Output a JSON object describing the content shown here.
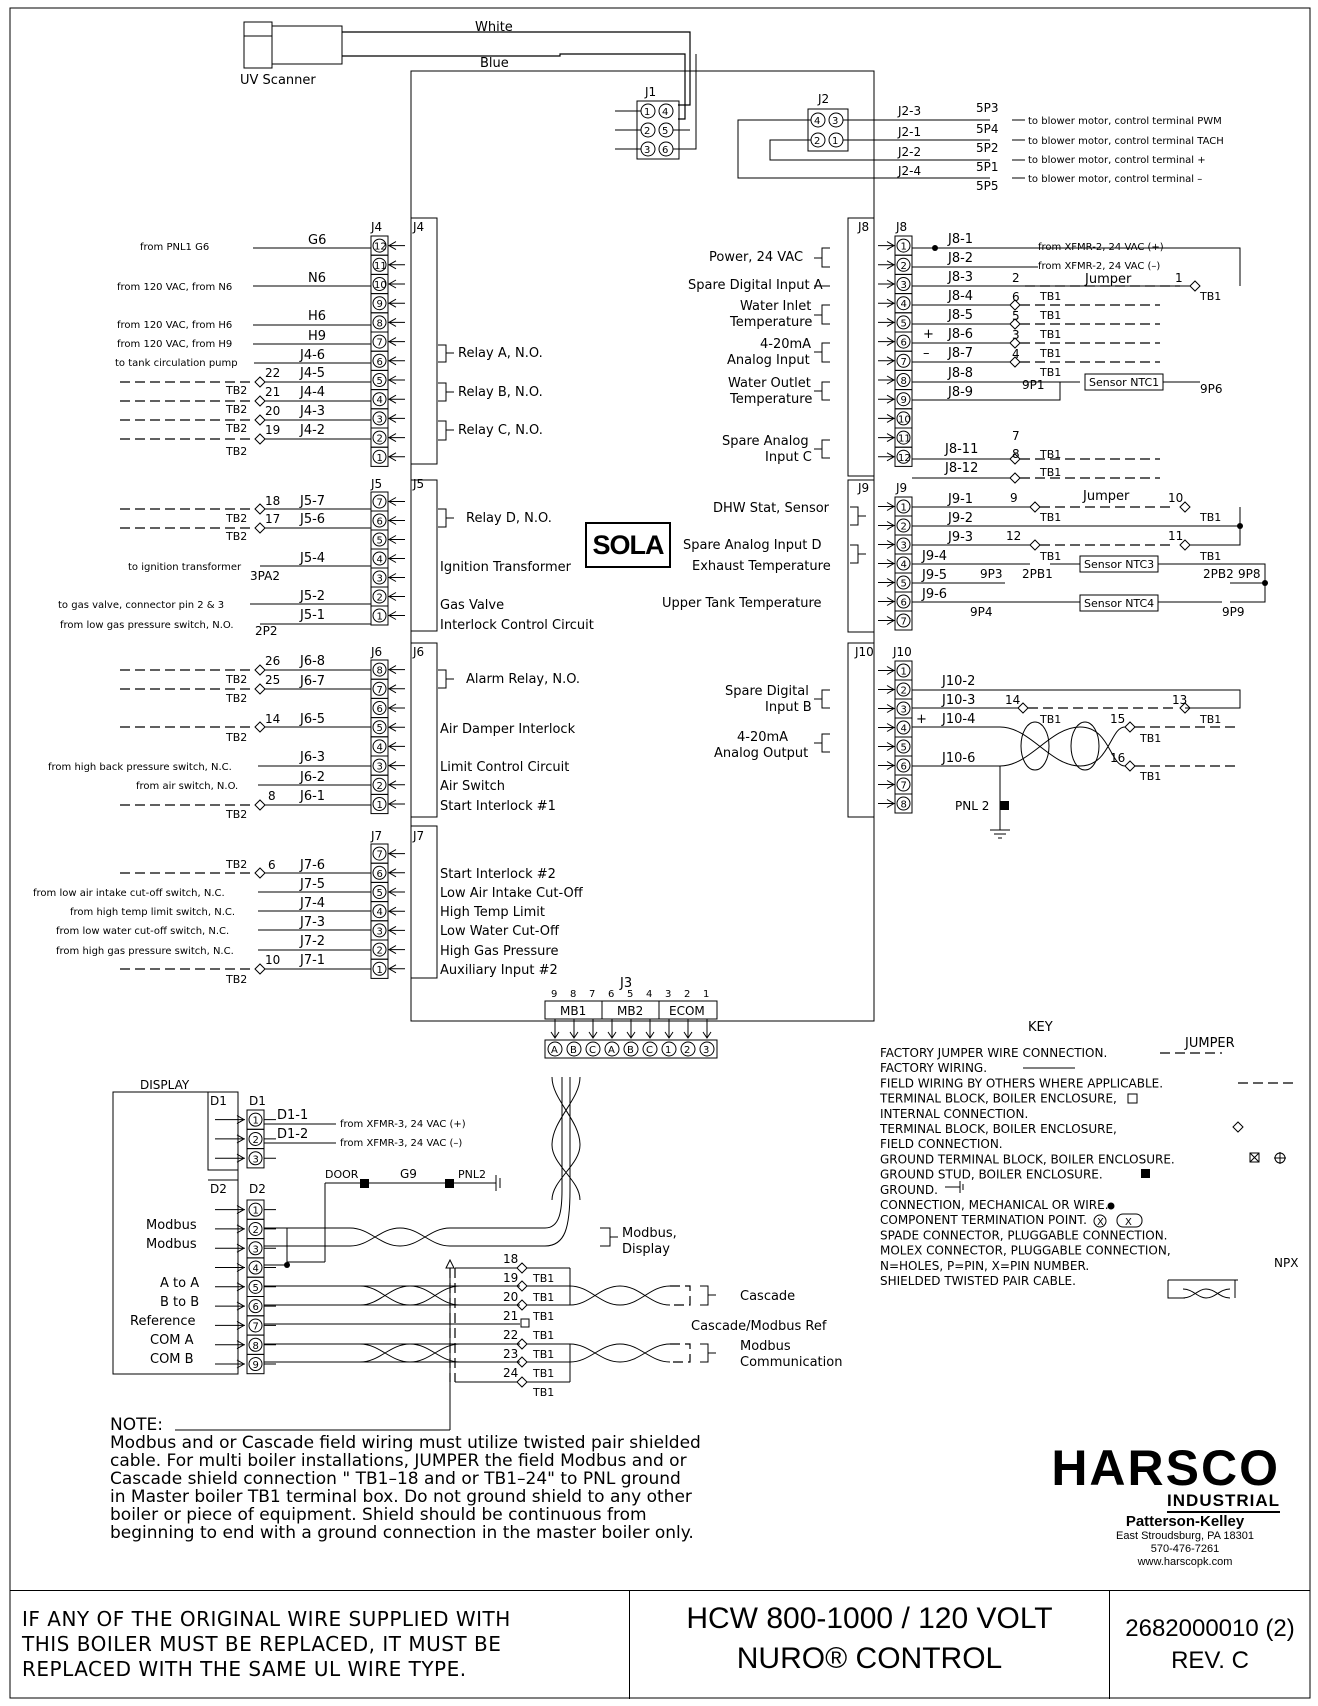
{
  "diagram": {
    "top": {
      "white_wire": "White",
      "blue_wire": "Blue",
      "uv_scanner": "UV Scanner",
      "j1": "J1",
      "j2": "J2",
      "j2_wires": [
        "J2-3",
        "J2-1",
        "J2-2",
        "J2-4"
      ],
      "j2_plugs": [
        "5P3",
        "5P4",
        "5P2",
        "5P1",
        "5P5"
      ],
      "j2_targets": [
        "to blower motor, control terminal PWM",
        "to blower motor, control terminal TACH",
        "to blower motor, control terminal  +",
        "to blower motor, control terminal  –"
      ]
    },
    "j4": {
      "label": "J4",
      "left": [
        "from PNL1 G6",
        "from 120 VAC, from N6",
        "from 120 VAC, from H6",
        "from 120 VAC, from H9",
        "to tank circulation pump"
      ],
      "wires": [
        "G6",
        "N6",
        "H6",
        "H9",
        "J4-6",
        "J4-5",
        "J4-4",
        "J4-3",
        "J4-2"
      ],
      "nums": [
        "22",
        "21",
        "20",
        "19"
      ],
      "relays": [
        "Relay A, N.O.",
        "Relay B, N.O.",
        "Relay C, N.O."
      ]
    },
    "j5": {
      "label": "J5",
      "wires": [
        "J5-7",
        "J5-6",
        "J5-4",
        "J5-2",
        "J5-1"
      ],
      "nums": [
        "18",
        "17"
      ],
      "left": [
        "to ignition transformer",
        "to gas valve, connector pin 2 & 3",
        "from low gas pressure switch, N.O."
      ],
      "plugs": [
        "3PA2",
        "2P2"
      ],
      "funcs": [
        "Relay D, N.O.",
        "Ignition Transformer",
        "Gas Valve",
        "Interlock Control Circuit"
      ]
    },
    "j6": {
      "label": "J6",
      "wires": [
        "J6-8",
        "J6-7",
        "J6-5",
        "J6-3",
        "J6-2",
        "J6-1"
      ],
      "nums": [
        "26",
        "25",
        "14",
        "8"
      ],
      "left": [
        "from high back pressure switch, N.C.",
        "from air switch, N.O."
      ],
      "funcs": [
        "Alarm Relay, N.O.",
        "Air Damper Interlock",
        "Limit Control Circuit",
        "Air Switch",
        "Start Interlock #1"
      ]
    },
    "j7": {
      "label": "J7",
      "wires": [
        "J7-6",
        "J7-5",
        "J7-4",
        "J7-3",
        "J7-2",
        "J7-1"
      ],
      "nums": [
        "6",
        "10"
      ],
      "left": [
        "from low air intake cut-off switch, N.C.",
        "from high temp limit switch, N.C.",
        "from low water cut-off switch, N.C.",
        "from high gas pressure switch, N.C."
      ],
      "funcs": [
        "Start Interlock #2",
        "Low Air Intake Cut-Off",
        "High Temp Limit",
        "Low Water Cut-Off",
        "High Gas Pressure",
        "Auxiliary Input #2"
      ]
    },
    "tb": {
      "tb1": "TB1",
      "tb2": "TB2"
    },
    "sola": "SOLA",
    "j8": {
      "label": "J8",
      "funcs": [
        "Power, 24 VAC",
        "Spare Digital Input A",
        "Water Inlet",
        "Temperature",
        "4-20mA",
        "Analog Input",
        "Water Outlet",
        "Temperature",
        "Spare Analog",
        "Input C"
      ],
      "wires": [
        "J8-1",
        "J8-2",
        "J8-3",
        "J8-4",
        "J8-5",
        "J8-6",
        "J8-7",
        "J8-8",
        "J8-9",
        "J8-11",
        "J8-12"
      ],
      "right": [
        "from XFMR-2, 24 VAC (+)",
        "from XFMR-2, 24 VAC (–)"
      ],
      "nums": [
        "2",
        "6",
        "5",
        "3",
        "4",
        "7",
        "8",
        "1"
      ],
      "jumper": "Jumper",
      "plug": "9P1",
      "plug2": "9P6",
      "sensor": "Sensor NTC1",
      "plus": "+",
      "minus": "–"
    },
    "j9": {
      "label": "J9",
      "funcs": [
        "DHW Stat, Sensor",
        "Spare Analog Input D",
        "Exhaust Temperature",
        "Upper Tank Temperature"
      ],
      "wires": [
        "J9-1",
        "J9-2",
        "J9-3",
        "J9-4",
        "J9-5",
        "J9-6"
      ],
      "nums": [
        "9",
        "12",
        "10",
        "11"
      ],
      "jumper": "Jumper",
      "plugs": [
        "9P3",
        "2PB1",
        "2PB2",
        "9P8",
        "9P4",
        "9P9"
      ],
      "sensors": [
        "Sensor NTC3",
        "Sensor NTC4"
      ]
    },
    "j10": {
      "label": "J10",
      "funcs": [
        "Spare Digital",
        "Input B",
        "4-20mA",
        "Analog Output"
      ],
      "wires": [
        "J10-2",
        "J10-3",
        "J10-4",
        "J10-6"
      ],
      "nums": [
        "14",
        "13",
        "15",
        "16"
      ],
      "pnl": "PNL 2",
      "plus": "+"
    },
    "j3": {
      "label": "J3",
      "groups": [
        "MB1",
        "MB2",
        "ECOM"
      ],
      "pins": [
        "9",
        "8",
        "7",
        "6",
        "5",
        "4",
        "3",
        "2",
        "1"
      ],
      "terms": [
        "A",
        "B",
        "C",
        "A",
        "B",
        "C",
        "1",
        "2",
        "3"
      ]
    },
    "display": {
      "title": "DISPLAY",
      "d1": "D1",
      "d2": "D2",
      "d1_wires": [
        "D1-1",
        "D1-2"
      ],
      "d1_right": [
        "from XFMR-3, 24 VAC (+)",
        "from XFMR-3, 24 VAC (–)"
      ],
      "door": "DOOR",
      "g9": "G9",
      "pnl2": "PNL2",
      "labels": [
        "Modbus",
        "Modbus",
        "A to A",
        "B to B",
        "Reference",
        "COM A",
        "COM B"
      ],
      "tb_nums": [
        "18",
        "19",
        "20",
        "21",
        "22",
        "23",
        "24"
      ],
      "right": [
        "Modbus,",
        "Display",
        "Cascade",
        "Cascade/Modbus Ref",
        "Modbus",
        "Communication"
      ]
    },
    "key": {
      "title": "KEY",
      "jumper": "JUMPER",
      "items": [
        "FACTORY JUMPER WIRE CONNECTION.",
        "FACTORY WIRING.",
        "FIELD WIRING BY OTHERS WHERE APPLICABLE.",
        "TERMINAL BLOCK, BOILER ENCLOSURE,",
        "INTERNAL CONNECTION.",
        "TERMINAL BLOCK, BOILER ENCLOSURE,",
        "FIELD CONNECTION.",
        "GROUND TERMINAL BLOCK, BOILER ENCLOSURE.",
        "GROUND STUD, BOILER ENCLOSURE.",
        "GROUND.",
        "CONNECTION, MECHANICAL OR WIRE.",
        "COMPONENT TERMINATION POINT.",
        "SPADE CONNECTOR, PLUGGABLE CONNECTION.",
        "MOLEX CONNECTOR, PLUGGABLE CONNECTION,",
        "N=HOLES, P=PIN, X=PIN NUMBER.",
        "SHIELDED TWISTED PAIR CABLE."
      ],
      "npx": "NPX",
      "x": "X"
    }
  },
  "note": {
    "head": "NOTE:",
    "lines": [
      "Modbus and or Cascade field wiring must utilize twisted pair shielded",
      "cable. For multi boiler installations, JUMPER the field Modbus and or",
      "Cascade shield connection \" TB1–18 and or TB1–24\" to PNL ground",
      "in Master boiler TB1 terminal box. Do not ground shield to any other",
      "boiler or piece of equipment. Shield should be continuous from",
      "beginning to end with a ground connection in the master boiler only."
    ]
  },
  "logo": {
    "name": "HARSCO",
    "division": "INDUSTRIAL",
    "company": "Patterson-Kelley",
    "address": "East Stroudsburg, PA 18301",
    "phone": "570-476-7261",
    "web": "www.harscopk.com"
  },
  "titleblock": {
    "warning": [
      "IF ANY OF THE ORIGINAL WIRE SUPPLIED WITH",
      "THIS BOILER MUST BE REPLACED, IT MUST BE",
      "REPLACED WITH THE SAME UL WIRE TYPE."
    ],
    "title1": "HCW 800-1000 / 120 VOLT",
    "title2": "NURO® CONTROL",
    "dwg": "2682000010 (2)",
    "rev": "REV. C"
  }
}
